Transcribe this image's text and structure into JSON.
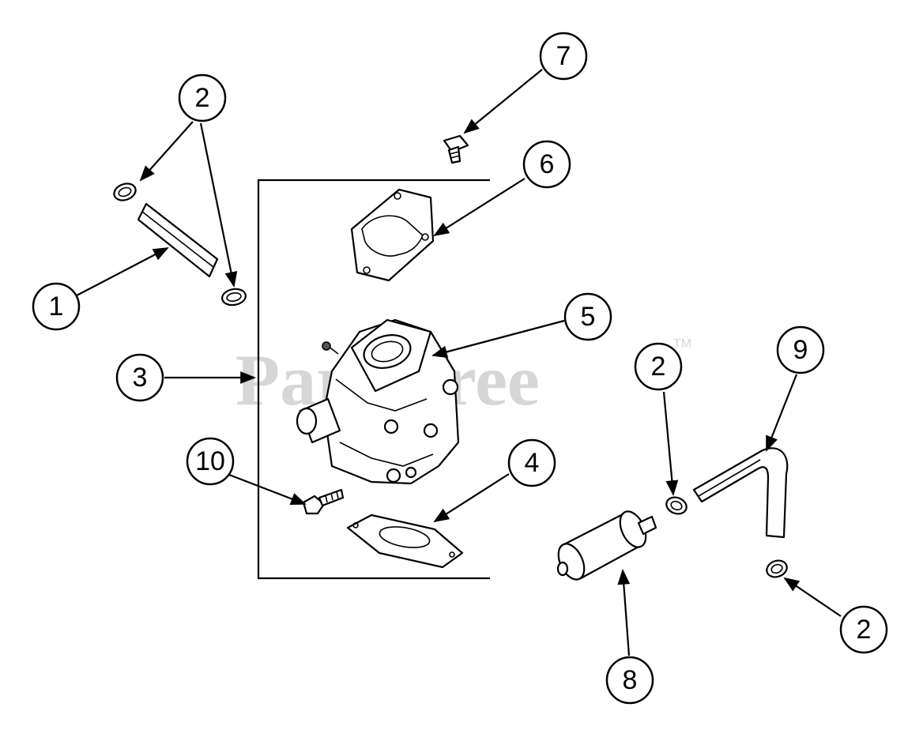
{
  "watermark": {
    "text": "PartsTree",
    "tm": "TM"
  },
  "callouts": [
    {
      "id": "c1",
      "label": "1"
    },
    {
      "id": "c2a",
      "label": "2"
    },
    {
      "id": "c3",
      "label": "3"
    },
    {
      "id": "c4",
      "label": "4"
    },
    {
      "id": "c5",
      "label": "5"
    },
    {
      "id": "c6",
      "label": "6"
    },
    {
      "id": "c7",
      "label": "7"
    },
    {
      "id": "c8",
      "label": "8"
    },
    {
      "id": "c9",
      "label": "9"
    },
    {
      "id": "c10",
      "label": "10"
    },
    {
      "id": "c2b",
      "label": "2"
    },
    {
      "id": "c2c",
      "label": "2"
    }
  ]
}
